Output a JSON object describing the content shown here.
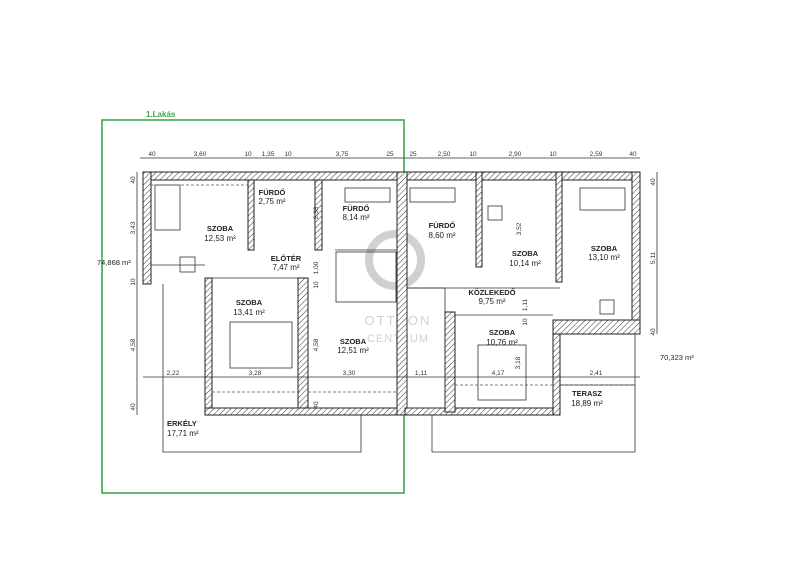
{
  "unit_label": "1.Lakás",
  "colors": {
    "highlight": "#3aa84a",
    "walls": "#222222",
    "watermark": "#b0b0b0"
  },
  "totals": {
    "left": "74,868 m²",
    "right": "70,323 m²"
  },
  "watermark": {
    "line1": "OTTHON",
    "line2": "CENTRUM"
  },
  "rooms": [
    {
      "name": "SZOBA",
      "area": "12,53 m²"
    },
    {
      "name": "FÜRDŐ",
      "area": "2,75 m²"
    },
    {
      "name": "FÜRDŐ",
      "area": "8,14 m²"
    },
    {
      "name": "ELŐTÉR",
      "area": "7,47 m²"
    },
    {
      "name": "SZOBA",
      "area": "13,41 m²"
    },
    {
      "name": "SZOBA",
      "area": "12,51 m²"
    },
    {
      "name": "ERKÉLY",
      "area": "17,71 m²"
    },
    {
      "name": "FÜRDŐ",
      "area": "8,60 m²"
    },
    {
      "name": "SZOBA",
      "area": "10,14 m²"
    },
    {
      "name": "SZOBA",
      "area": "13,10 m²"
    },
    {
      "name": "KÖZLEKEDŐ",
      "area": "9,75 m²"
    },
    {
      "name": "SZOBA",
      "area": "10,76 m²"
    },
    {
      "name": "TERASZ",
      "area": "18,89 m²"
    }
  ],
  "dims_top": [
    "40",
    "3,60",
    "10",
    "1,35",
    "10",
    "3,75",
    "25",
    "25",
    "2,50",
    "10",
    "2,90",
    "10",
    "2,59",
    "40"
  ],
  "dims_left": [
    "40",
    "3,43",
    "10",
    "4,58",
    "40"
  ],
  "dims_right": [
    "40",
    "5,11",
    "40"
  ],
  "dims_inner": [
    "2,22",
    "3,28",
    "3,30",
    "1,11",
    "4,17",
    "2,41",
    "2,33",
    "1,00",
    "4,58",
    "3,52",
    "1,11",
    "3,18",
    "10",
    "10",
    "40"
  ]
}
